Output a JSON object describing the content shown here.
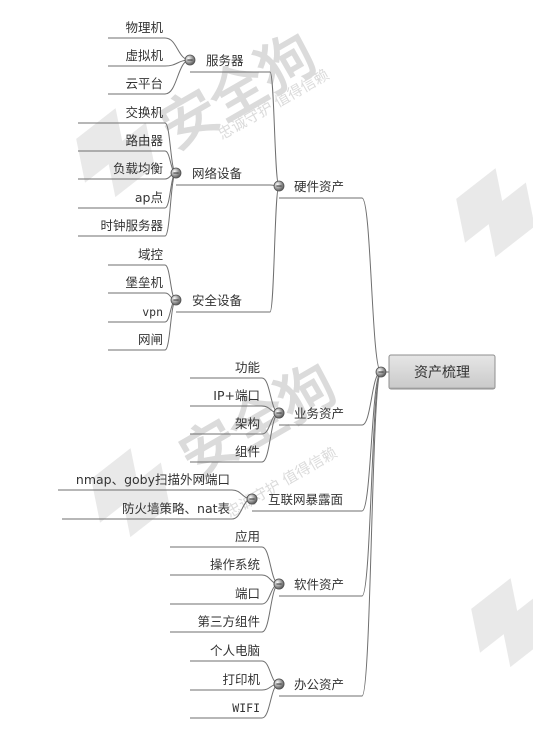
{
  "watermark": {
    "brand": "安全狗",
    "slogan": "忠诚守护  值得信赖"
  },
  "root": {
    "label": "资产梳理"
  },
  "groups": [
    {
      "label": "硬件资产",
      "children": [
        {
          "label": "服务器",
          "children": [
            {
              "label": "物理机"
            },
            {
              "label": "虚拟机"
            },
            {
              "label": "云平台"
            }
          ]
        },
        {
          "label": "网络设备",
          "children": [
            {
              "label": "交换机"
            },
            {
              "label": "路由器"
            },
            {
              "label": "负载均衡"
            },
            {
              "label": "ap点"
            },
            {
              "label": "时钟服务器"
            }
          ]
        },
        {
          "label": "安全设备",
          "children": [
            {
              "label": "域控"
            },
            {
              "label": "堡垒机"
            },
            {
              "label": "vpn"
            },
            {
              "label": "网闸"
            }
          ]
        }
      ]
    },
    {
      "label": "业务资产",
      "children": [
        {
          "label": "功能"
        },
        {
          "label": "IP+端口"
        },
        {
          "label": "架构"
        },
        {
          "label": "组件"
        }
      ]
    },
    {
      "label": "互联网暴露面",
      "children": [
        {
          "label": "nmap、goby扫描外网端口"
        },
        {
          "label": "防火墙策略、nat表"
        }
      ]
    },
    {
      "label": "软件资产",
      "children": [
        {
          "label": "应用"
        },
        {
          "label": "操作系统"
        },
        {
          "label": "端口"
        },
        {
          "label": "第三方组件"
        }
      ]
    },
    {
      "label": "办公资产",
      "children": [
        {
          "label": "个人电脑"
        },
        {
          "label": "打印机"
        },
        {
          "label": "WIFI"
        }
      ]
    }
  ]
}
